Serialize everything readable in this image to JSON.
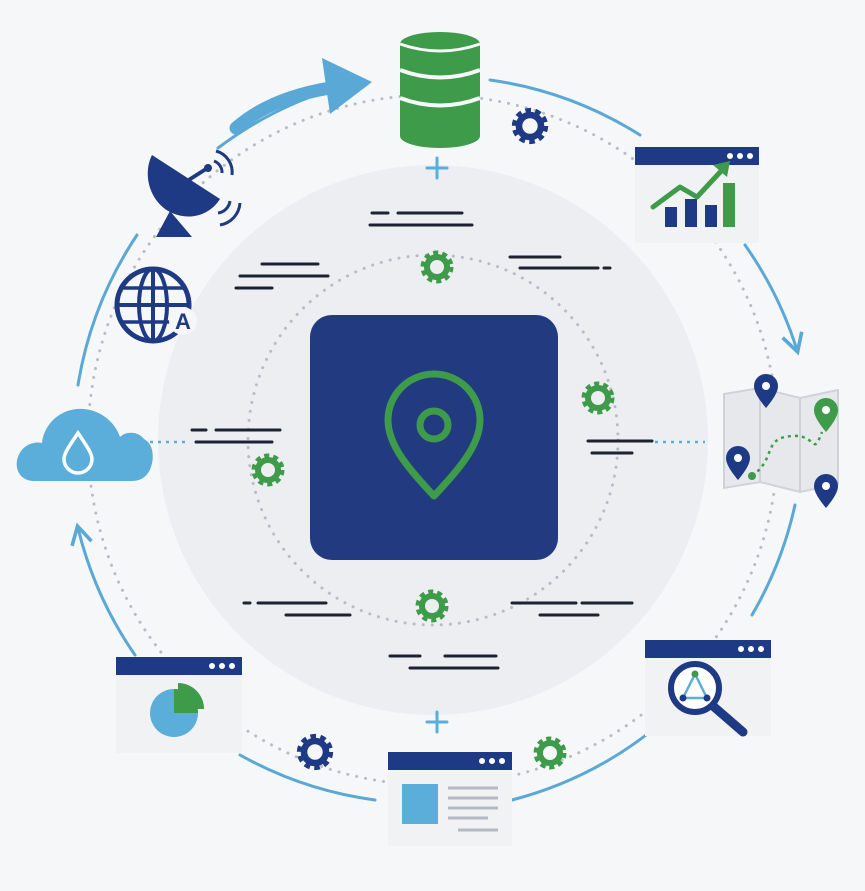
{
  "diagram": {
    "center": {
      "icon": "map-pin-icon"
    },
    "nodes": [
      {
        "id": "database",
        "icon": "database-icon"
      },
      {
        "id": "analytics",
        "icon": "bar-chart-trend-icon"
      },
      {
        "id": "map",
        "icon": "route-map-icon"
      },
      {
        "id": "search",
        "icon": "network-search-icon"
      },
      {
        "id": "webpage",
        "icon": "web-page-icon"
      },
      {
        "id": "pie",
        "icon": "pie-chart-window-icon"
      },
      {
        "id": "cloud",
        "icon": "cloud-water-icon"
      },
      {
        "id": "globe",
        "icon": "globe-language-icon"
      },
      {
        "id": "satellite",
        "icon": "satellite-dish-icon"
      }
    ],
    "globe_letter": "A",
    "colors": {
      "navy": "#1f3a84",
      "green": "#3d9b4a",
      "light_blue": "#5aaed9",
      "arrow_blue": "#5aa8d6",
      "ring_gray": "#eceef1",
      "dots": "#b8bcc3"
    }
  }
}
